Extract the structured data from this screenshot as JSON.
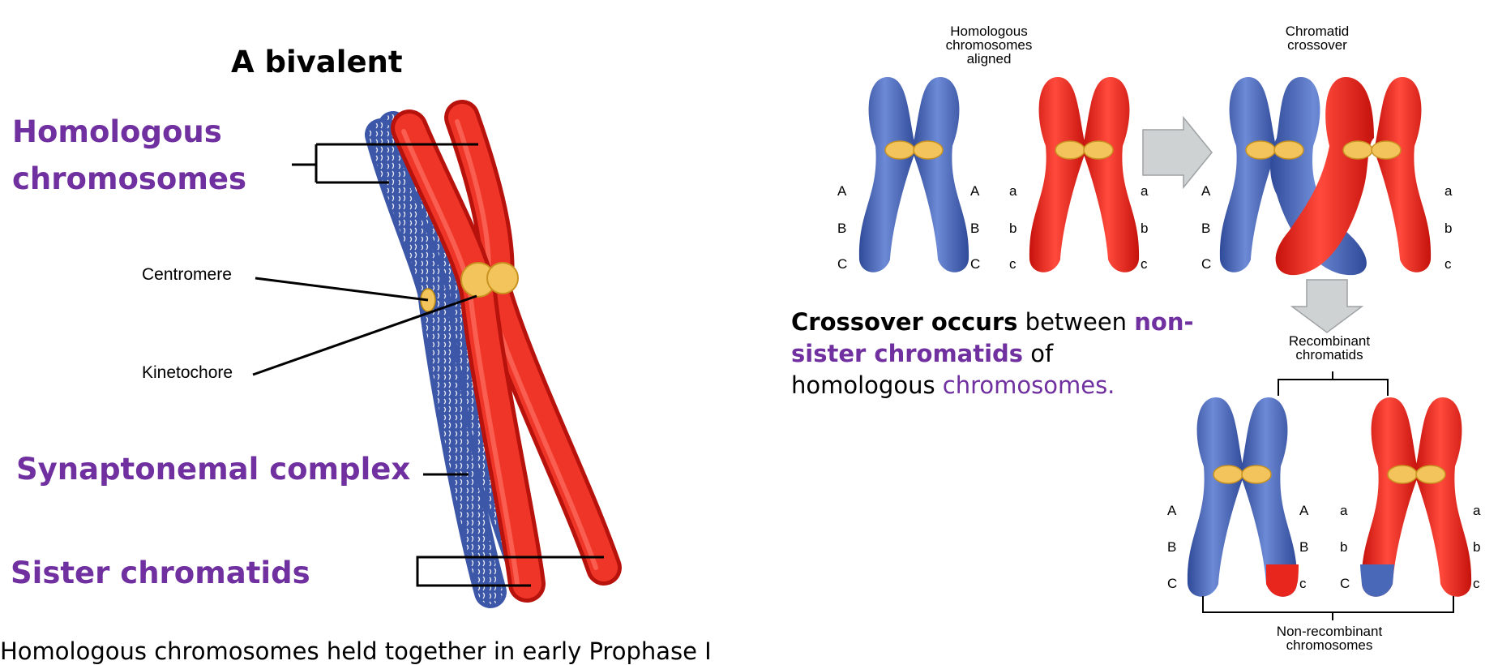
{
  "left": {
    "title": "A bivalent",
    "homologous_line1": "Homologous",
    "homologous_line2": "chromosomes",
    "centromere": "Centromere",
    "kinetochore": "Kinetochore",
    "synaptonemal": "Synaptonemal complex",
    "sister": "Sister chromatids",
    "bottom_text": "Homologous chromosomes held together in early Prophase I"
  },
  "right": {
    "aligned_caption": [
      "Homologous",
      "chromosomes",
      "aligned"
    ],
    "crossover_caption": [
      "Chromatid",
      "crossover"
    ],
    "recombinant_caption": [
      "Recombinant",
      "chromatids"
    ],
    "nonrecombinant_caption": [
      "Non-recombinant",
      "chromosomes"
    ],
    "paragraph": {
      "t1": "Crossover occurs",
      "t2": " between ",
      "t3": "non-",
      "t4": "sister chromatids",
      "t5": " of",
      "t6": "homologous ",
      "t7": "chromosomes."
    },
    "genes_upper": [
      "A",
      "B",
      "C"
    ],
    "genes_lower": [
      "a",
      "b",
      "c"
    ]
  },
  "colors": {
    "blue": "#4a68b8",
    "red": "#e8261e",
    "purple": "#7030a0",
    "centromere": "#f3c45c",
    "arrow": "#cfd2d3"
  }
}
